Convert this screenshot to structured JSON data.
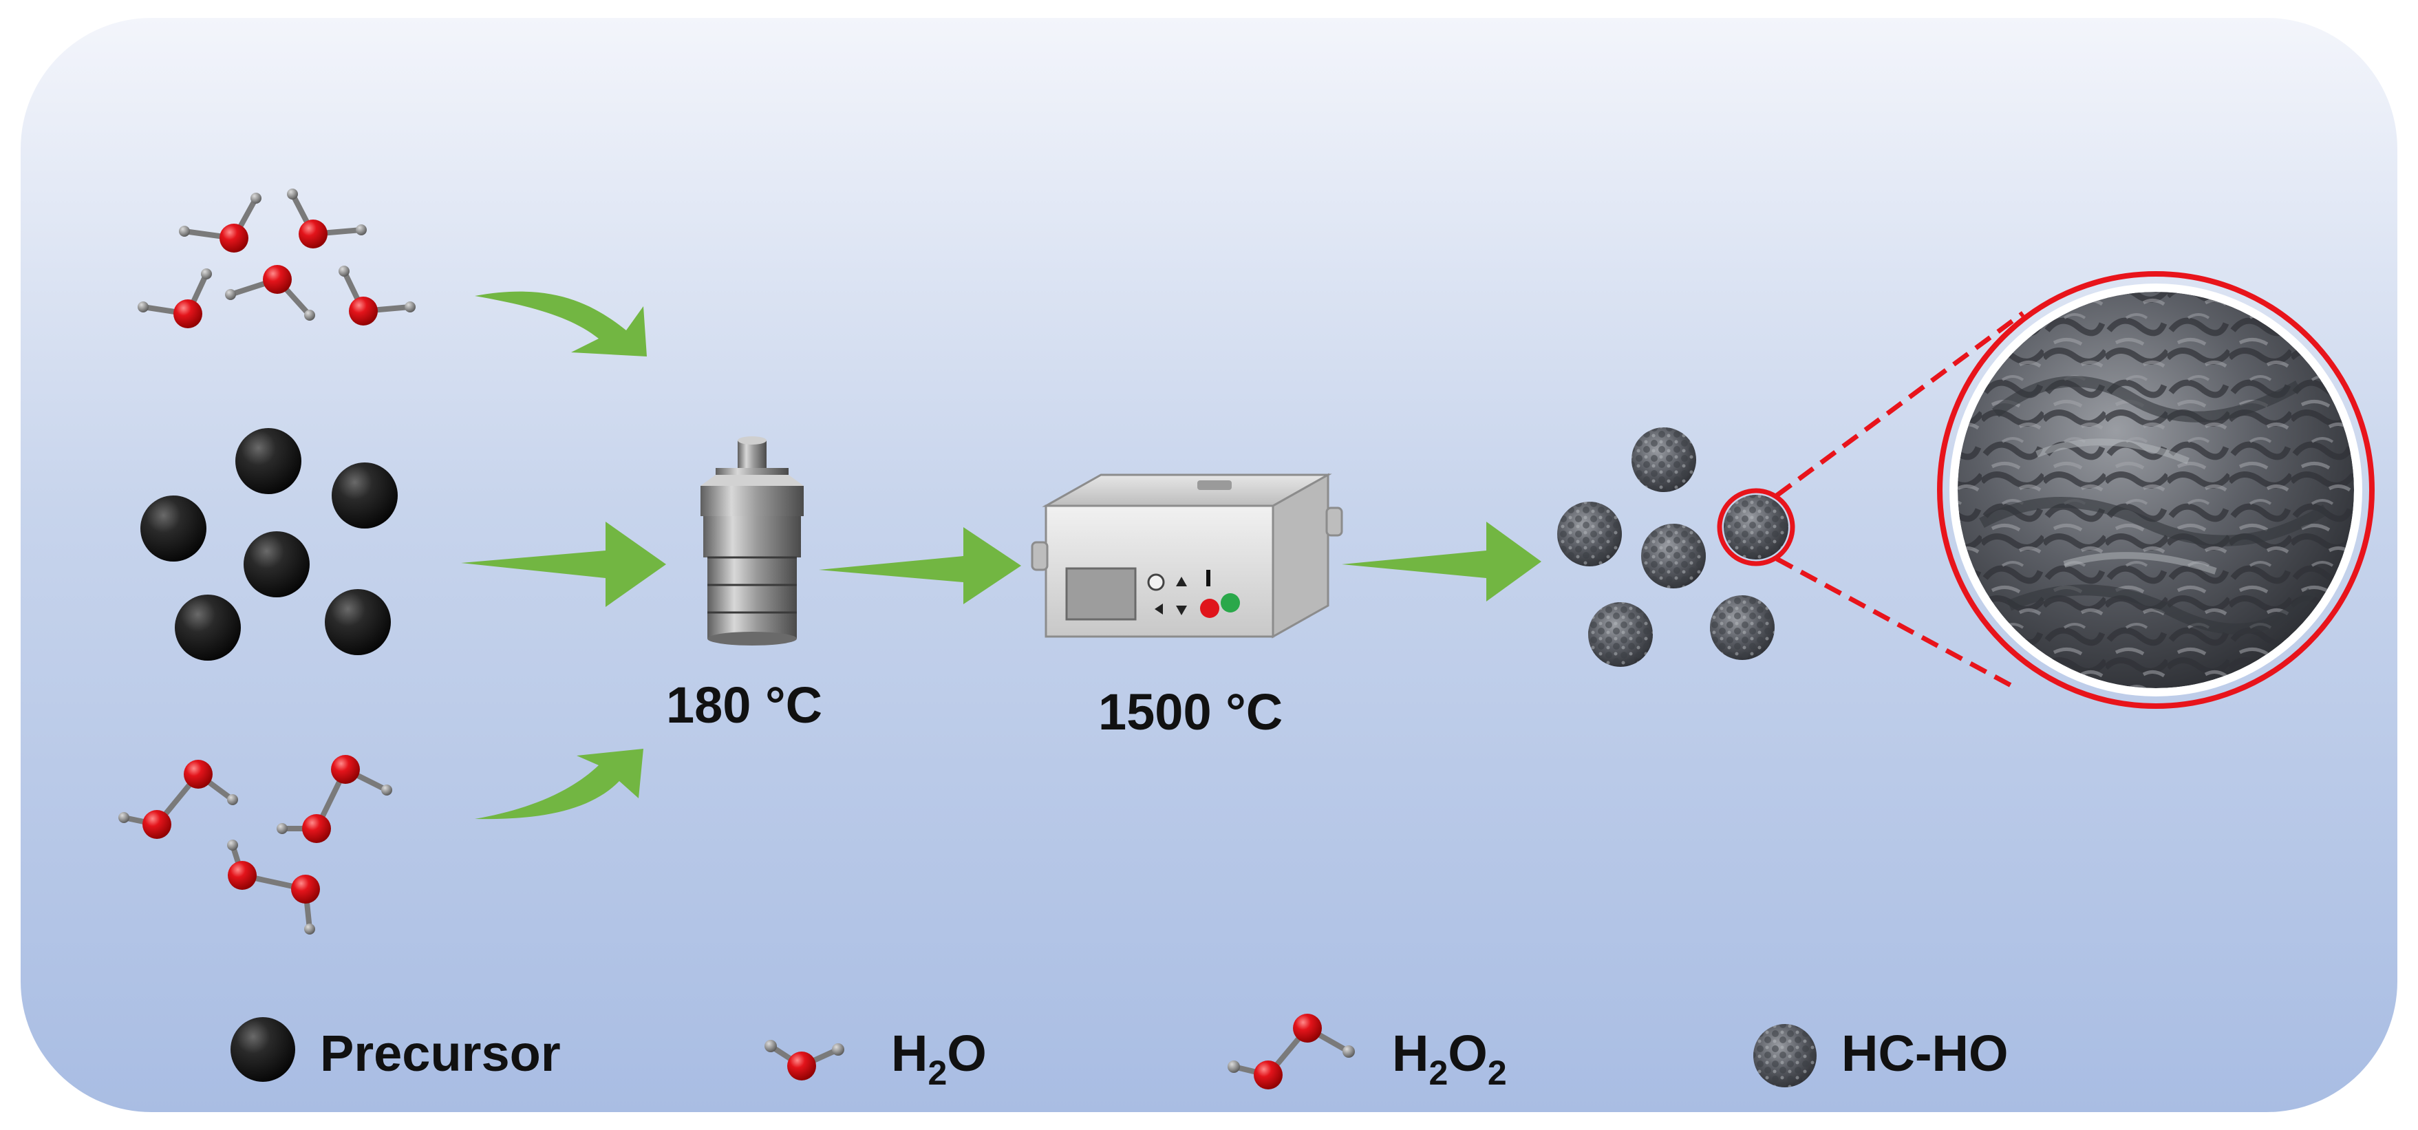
{
  "steps": {
    "hydrothermal_temp": "180 °C",
    "pyrolysis_temp": "1500 °C"
  },
  "legend": {
    "precursor": "Precursor",
    "water": {
      "base": "H",
      "sub": "2",
      "tail": "O"
    },
    "peroxide": {
      "base": "H",
      "sub1": "2",
      "mid": "O",
      "sub2": "2"
    },
    "product": "HC-HO"
  },
  "colors": {
    "arrow": "#72b642",
    "highlight_ring": "#e8141b",
    "oxygen_atom": "#e0141b",
    "hydrogen_atom": "#8a8a8a",
    "precursor_sphere": "#1a1a1a",
    "carbon_particle": "#5a5d63",
    "panel_top": "#eef1f8",
    "panel_bottom": "#a9bde3"
  },
  "icons": {
    "reactor": "autoclave-icon",
    "furnace": "tube-furnace-icon"
  }
}
